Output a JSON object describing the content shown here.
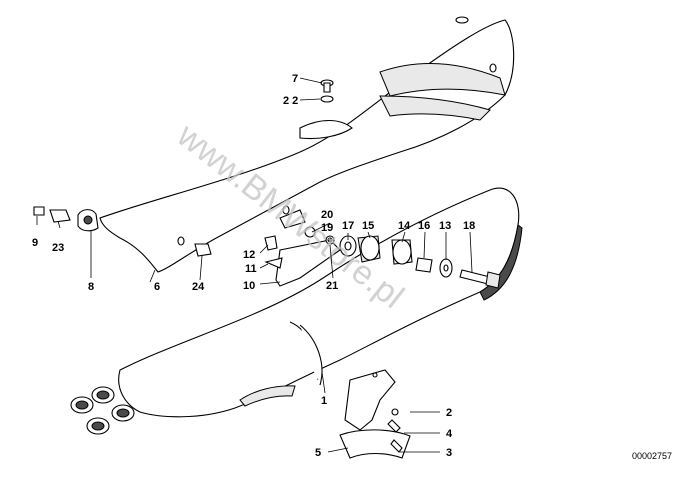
{
  "diagram": {
    "watermark": "www.BMWstore.pl",
    "diagram_id": "00002757",
    "callouts": {
      "p1": "1",
      "p2": "2",
      "p3": "3",
      "p4": "4",
      "p5": "5",
      "p6": "6",
      "p7": "7",
      "p8": "8",
      "p9": "9",
      "p10": "10",
      "p11": "11",
      "p12": "12",
      "p13": "13",
      "p14": "14",
      "p15": "15",
      "p16": "16",
      "p17": "17",
      "p18": "18",
      "p19": "19",
      "p20": "20",
      "p21": "21",
      "p22": "2 2",
      "p23": "23",
      "p24": "24"
    }
  }
}
